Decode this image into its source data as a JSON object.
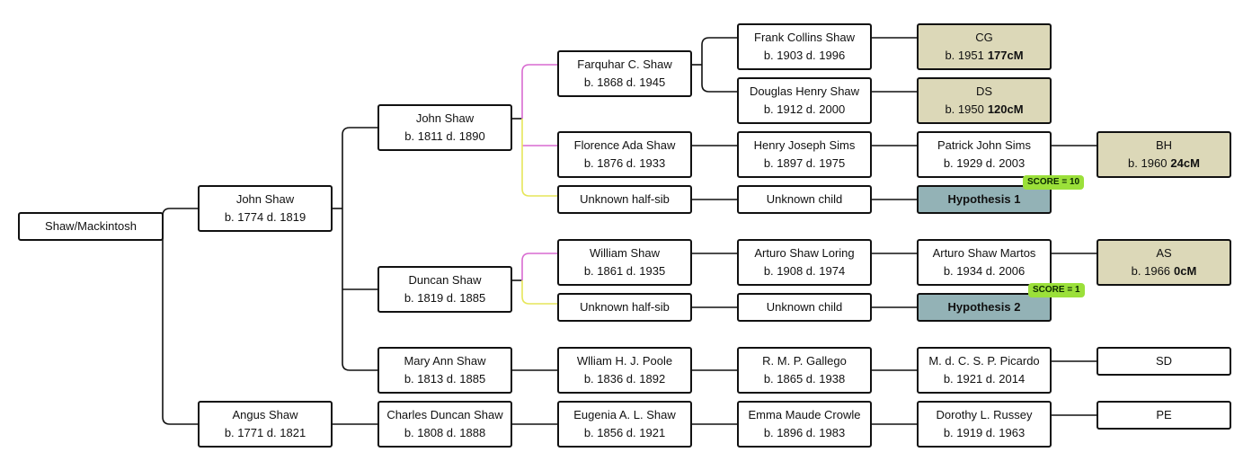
{
  "root": {
    "name": "Shaw/Mackintosh"
  },
  "persons": {
    "john_1774": {
      "name": "John Shaw",
      "life": "b. 1774 d. 1819"
    },
    "angus": {
      "name": "Angus Shaw",
      "life": "b. 1771 d. 1821"
    },
    "john_1811": {
      "name": "John Shaw",
      "life": "b. 1811 d. 1890"
    },
    "duncan": {
      "name": "Duncan Shaw",
      "life": "b. 1819 d. 1885"
    },
    "mary_ann": {
      "name": "Mary Ann Shaw",
      "life": "b. 1813 d. 1885"
    },
    "charles": {
      "name": "Charles Duncan Shaw",
      "life": "b. 1808 d. 1888"
    },
    "farquhar": {
      "name": "Farquhar C. Shaw",
      "life": "b. 1868 d. 1945"
    },
    "florence": {
      "name": "Florence Ada Shaw",
      "life": "b. 1876 d. 1933"
    },
    "halfsib1": {
      "name": "Unknown half-sib"
    },
    "william": {
      "name": "William Shaw",
      "life": "b. 1861 d. 1935"
    },
    "halfsib2": {
      "name": "Unknown half-sib"
    },
    "poole": {
      "name": "Wlliam H. J. Poole",
      "life": "b. 1836 d. 1892"
    },
    "eugenia": {
      "name": "Eugenia A. L. Shaw",
      "life": "b. 1856 d. 1921"
    },
    "frank": {
      "name": "Frank Collins Shaw",
      "life": "b. 1903 d. 1996"
    },
    "douglas": {
      "name": "Douglas Henry Shaw",
      "life": "b. 1912 d. 2000"
    },
    "henry": {
      "name": "Henry Joseph Sims",
      "life": "b. 1897 d. 1975"
    },
    "uchild1": {
      "name": "Unknown child"
    },
    "arturo_loring": {
      "name": "Arturo Shaw Loring",
      "life": "b. 1908 d. 1974"
    },
    "uchild2": {
      "name": "Unknown child"
    },
    "gallego": {
      "name": "R. M. P. Gallego",
      "life": "b. 1865 d. 1938"
    },
    "crowle": {
      "name": "Emma Maude Crowle",
      "life": "b. 1896 d. 1983"
    },
    "cg": {
      "name": "CG",
      "life": "b. 1951",
      "cm": "177cM"
    },
    "ds": {
      "name": "DS",
      "life": "b. 1950",
      "cm": "120cM"
    },
    "patrick": {
      "name": "Patrick John Sims",
      "life": "b. 1929 d. 2003"
    },
    "hyp1": {
      "name": "Hypothesis 1"
    },
    "arturo_martos": {
      "name": "Arturo Shaw Martos",
      "life": "b. 1934 d. 2006"
    },
    "hyp2": {
      "name": "Hypothesis 2"
    },
    "picardo": {
      "name": "M. d. C. S. P. Picardo",
      "life": "b. 1921 d. 2014"
    },
    "russey": {
      "name": "Dorothy L. Russey",
      "life": "b. 1919 d. 1963"
    },
    "bh": {
      "name": "BH",
      "life": "b. 1960",
      "cm": "24cM"
    },
    "as": {
      "name": "AS",
      "life": "b. 1966",
      "cm": "0cM"
    },
    "sd": {
      "name": "SD"
    },
    "pe": {
      "name": "PE"
    }
  },
  "scores": {
    "hyp1": "SCORE = 10",
    "hyp2": "SCORE = 1"
  },
  "colors": {
    "line": "#111111",
    "pink_link": "#d86ad0",
    "yellow_link": "#e6e65a",
    "match_fill": "#dcd8b8",
    "hypothesis_fill": "#93b2b6",
    "score_badge": "#9be03a"
  }
}
